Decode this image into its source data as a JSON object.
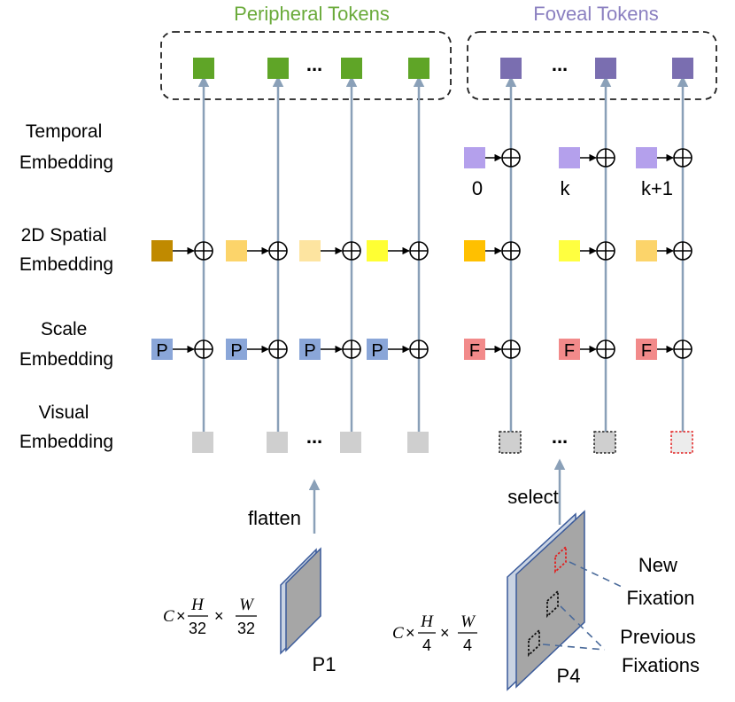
{
  "groups": {
    "peripheral_title": "Peripheral Tokens",
    "foveal_title": "Foveal Tokens"
  },
  "row_labels": [
    [
      "Temporal",
      "Embedding"
    ],
    [
      "2D Spatial",
      "Embedding"
    ],
    [
      "Scale",
      "Embedding"
    ],
    [
      "Visual",
      "Embedding"
    ]
  ],
  "ellipsis": "...",
  "scale_letters": {
    "peripheral": "P",
    "foveal": "F"
  },
  "temporal_indices": [
    "0",
    "k",
    "k+1"
  ],
  "flatten_label": "flatten",
  "select_label": "select",
  "feature_maps": {
    "p1_label": "P1",
    "p4_label": "P4"
  },
  "dims": {
    "p1": {
      "c": "C",
      "times": "×",
      "h": "H",
      "w": "W",
      "den": "32"
    },
    "p4": {
      "c": "C",
      "times": "×",
      "h": "H",
      "w": "W",
      "den": "4"
    }
  },
  "fixation_labels": {
    "new": [
      "New",
      "Fixation"
    ],
    "previous": [
      "Previous",
      "Fixations"
    ]
  },
  "colors": {
    "peripheral_token": "#5fa527",
    "foveal_token": "#7a6eb0",
    "peripheral_title": "#6aaa3a",
    "foveal_title": "#8a7fc0",
    "line": "#8aa0b8",
    "scale_p": "#8aa6d8",
    "scale_f": "#f28a8a",
    "temporal": "#b4a0ec",
    "visual": "#cfcfcf",
    "spatial": [
      "#c08a00",
      "#fcd46a",
      "#fde4a0",
      "#ffff33",
      "#ffc000",
      "#ffff40",
      "#fcd46a"
    ]
  }
}
